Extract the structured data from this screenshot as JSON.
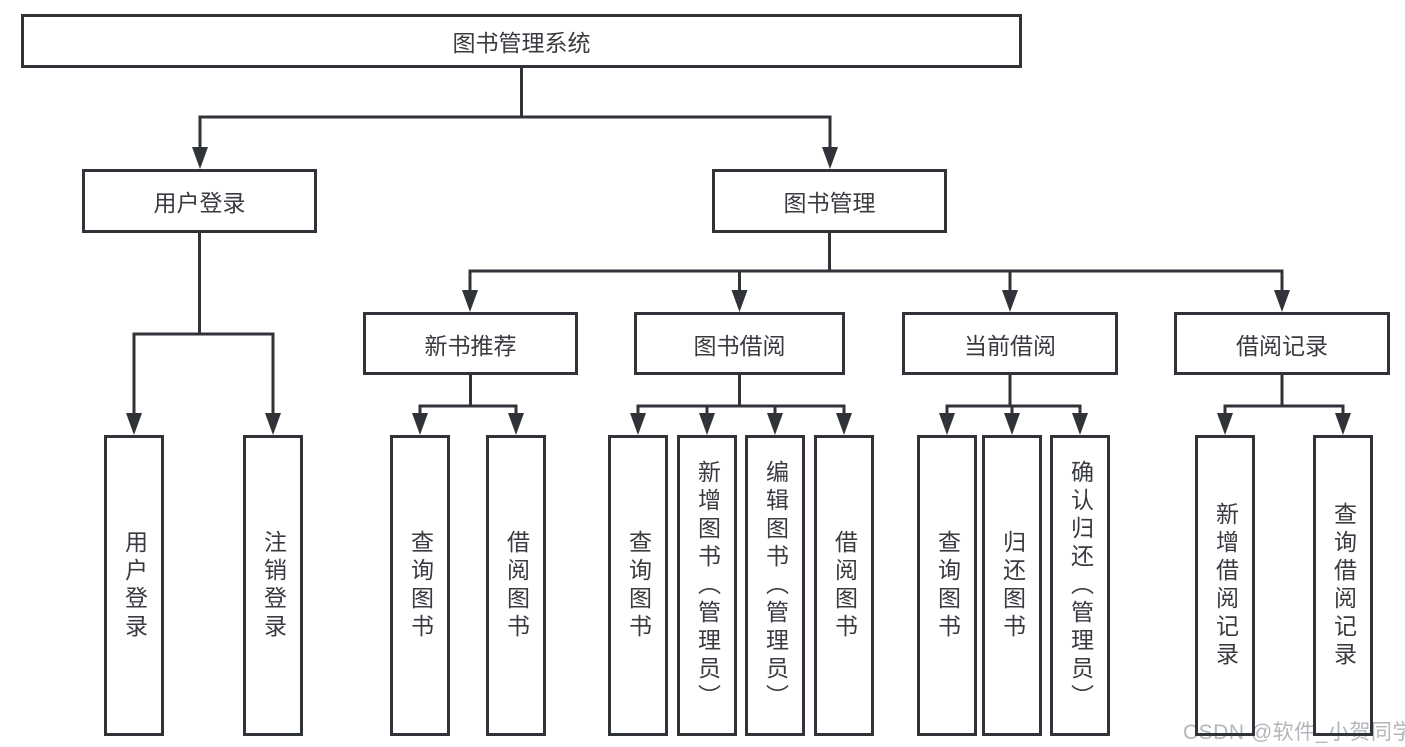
{
  "diagram": {
    "root": {
      "label": "图书管理系统"
    },
    "user_login": {
      "label": "用户登录",
      "children": [
        {
          "label": "用户登录"
        },
        {
          "label": "注销登录"
        }
      ]
    },
    "book_management": {
      "label": "图书管理",
      "groups": [
        {
          "label": "新书推荐",
          "children": [
            {
              "label": "查询图书"
            },
            {
              "label": "借阅图书"
            }
          ]
        },
        {
          "label": "图书借阅",
          "children": [
            {
              "label": "查询图书"
            },
            {
              "label": "新增图书（管理员）"
            },
            {
              "label": "编辑图书（管理员）"
            },
            {
              "label": "借阅图书"
            }
          ]
        },
        {
          "label": "当前借阅",
          "children": [
            {
              "label": "查询图书"
            },
            {
              "label": "归还图书"
            },
            {
              "label": "确认归还（管理员）"
            }
          ]
        },
        {
          "label": "借阅记录",
          "children": [
            {
              "label": "新增借阅记录"
            },
            {
              "label": "查询借阅记录"
            }
          ]
        }
      ]
    }
  },
  "watermark": "CSDN @软件_小贺同学",
  "colors": {
    "line": "#303338",
    "text": "#383b40",
    "watermark": "#b3b6bb",
    "background": "#ffffff"
  }
}
